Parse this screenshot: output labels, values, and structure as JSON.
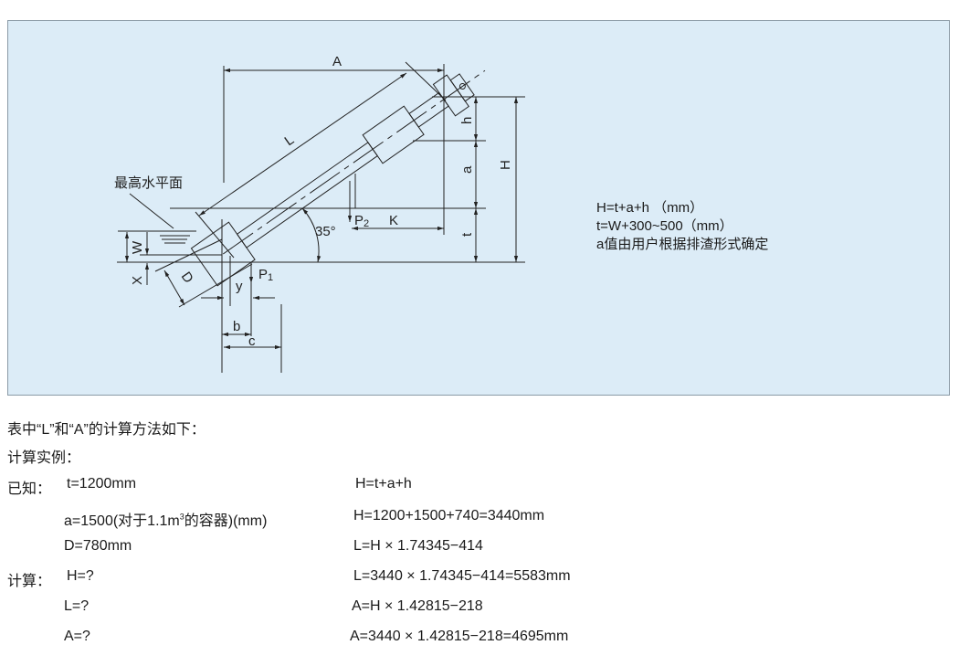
{
  "diagram": {
    "water_level_label": "最高水平面",
    "labels": {
      "A": "A",
      "L": "L",
      "h": "h",
      "a": "a",
      "H": "H",
      "t": "t",
      "K": "K",
      "P2": "P",
      "P2_sub": "2",
      "angle": "35°",
      "W": "W",
      "X": "X",
      "D": "D",
      "y": "y",
      "P1": "P",
      "P1_sub": "1",
      "b": "b",
      "c": "c"
    },
    "formulas": [
      "H=t+a+h  （mm）",
      "t=W+300~500（mm）",
      "a值由用户根据排渣形式确定"
    ]
  },
  "text": {
    "intro": "表中“L”和“A”的计算方法如下：",
    "example": "计算实例：",
    "known_label": "已知：",
    "known": [
      "t=1200mm",
      "a=1500(对于1.1m",
      "3",
      "的容器)(mm)",
      "D=780mm"
    ],
    "calc_label": "计算：",
    "calc": [
      "H=?",
      "L=?",
      "A=?"
    ],
    "right": [
      "H=t+a+h",
      "H=1200+1500+740=3440mm",
      "L=H × 1.74345−414",
      "L=3440 × 1.74345−414=5583mm",
      "A=H × 1.42815−218",
      "A=3440 × 1.42815−218=4695mm"
    ]
  }
}
